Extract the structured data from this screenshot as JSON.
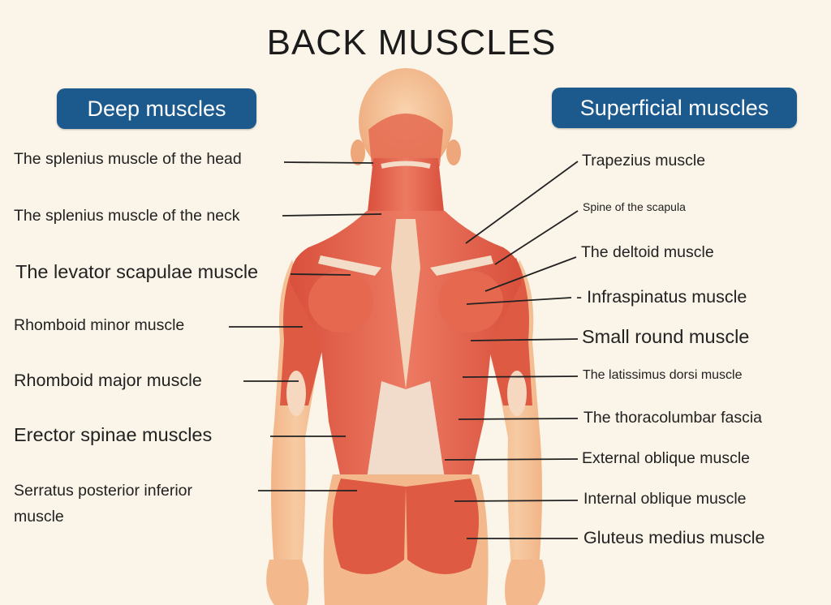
{
  "title": "BACK MUSCLES",
  "headers": {
    "deep": "Deep muscles",
    "superficial": "Superficial muscles"
  },
  "deep_labels": [
    "The splenius muscle of the head",
    "The splenius muscle of the neck",
    "The levator scapulae muscle",
    "Rhomboid minor muscle",
    "Rhomboid major muscle",
    "Erector spinae muscles",
    "Serratus posterior inferior",
    "muscle"
  ],
  "superficial_labels": [
    "Trapezius muscle",
    "Spine of the scapula",
    "The deltoid muscle",
    "- Infraspinatus muscle",
    "Small round muscle",
    "The latissimus dorsi muscle",
    "The thoracolumbar fascia",
    "External oblique muscle",
    "Internal oblique muscle",
    "Gluteus medius muscle"
  ],
  "colors": {
    "background": "#fbf4e8",
    "header_pill": "#1c5a8e",
    "muscle": "#e2604a",
    "skin": "#f5c196",
    "tendon": "#f3ddc8"
  }
}
